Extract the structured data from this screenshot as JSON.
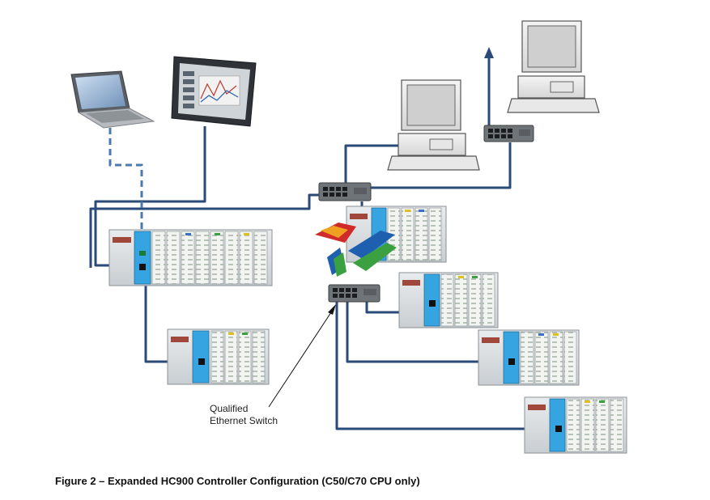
{
  "annotation": {
    "line1": "Qualified",
    "line2": "Ethernet Switch"
  },
  "figure": {
    "caption": "Figure 2 – Expanded HC900 Controller Configuration (C50/C70 CPU only)"
  },
  "colors": {
    "cable": "#2a4a78",
    "dashed_cable": "#4a7ab0",
    "cpu_module": "#35a4e0",
    "rack": "#d8dcdf",
    "logo_blue": "#1f5fb0",
    "logo_green": "#3aa040",
    "logo_red": "#d02a2a",
    "logo_orange": "#f0a020"
  },
  "icons": [
    "laptop-icon",
    "operator-panel-icon",
    "desktop-pc-icon",
    "ethernet-switch-icon",
    "controller-rack-icon",
    "company-logo-icon",
    "arrow-up-icon"
  ]
}
